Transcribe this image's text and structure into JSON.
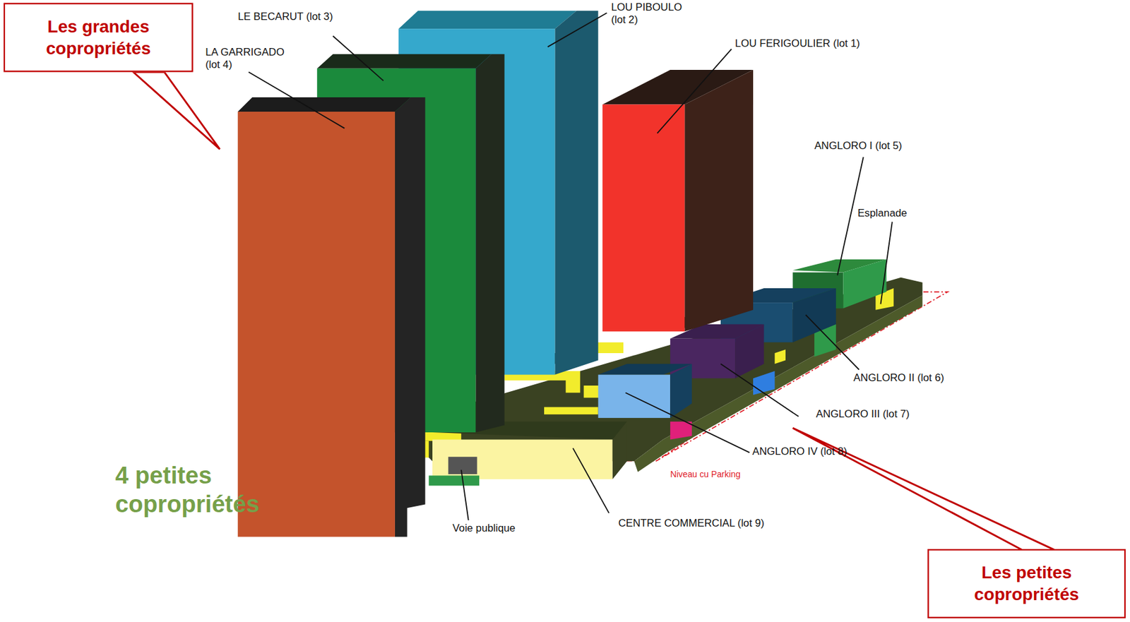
{
  "diagram": {
    "nodes": [
      {
        "text": [
          "Les grandes copropriétés"
        ]
      },
      {
        "text": [
          "Les petites copropriétés"
        ]
      }
    ],
    "labels": [
      "LE BECARUT (lot 3)",
      "LA GARRIGADO (lot 4)",
      "LOU PIBOULO (lot 2)",
      "LOU FERIGOULIER (lot 1)",
      "ANGLORO I (lot 5)",
      "Esplanade",
      "ANGLORO II (lot 6)",
      "ANGLORO III (lot 7)",
      "ANGLORO IV (lot 8)",
      "Niveau cu Parking",
      "CENTRE COMMERCIAL (lot 9)",
      "Voie publique",
      "4 petites copropriétés"
    ]
  }
}
